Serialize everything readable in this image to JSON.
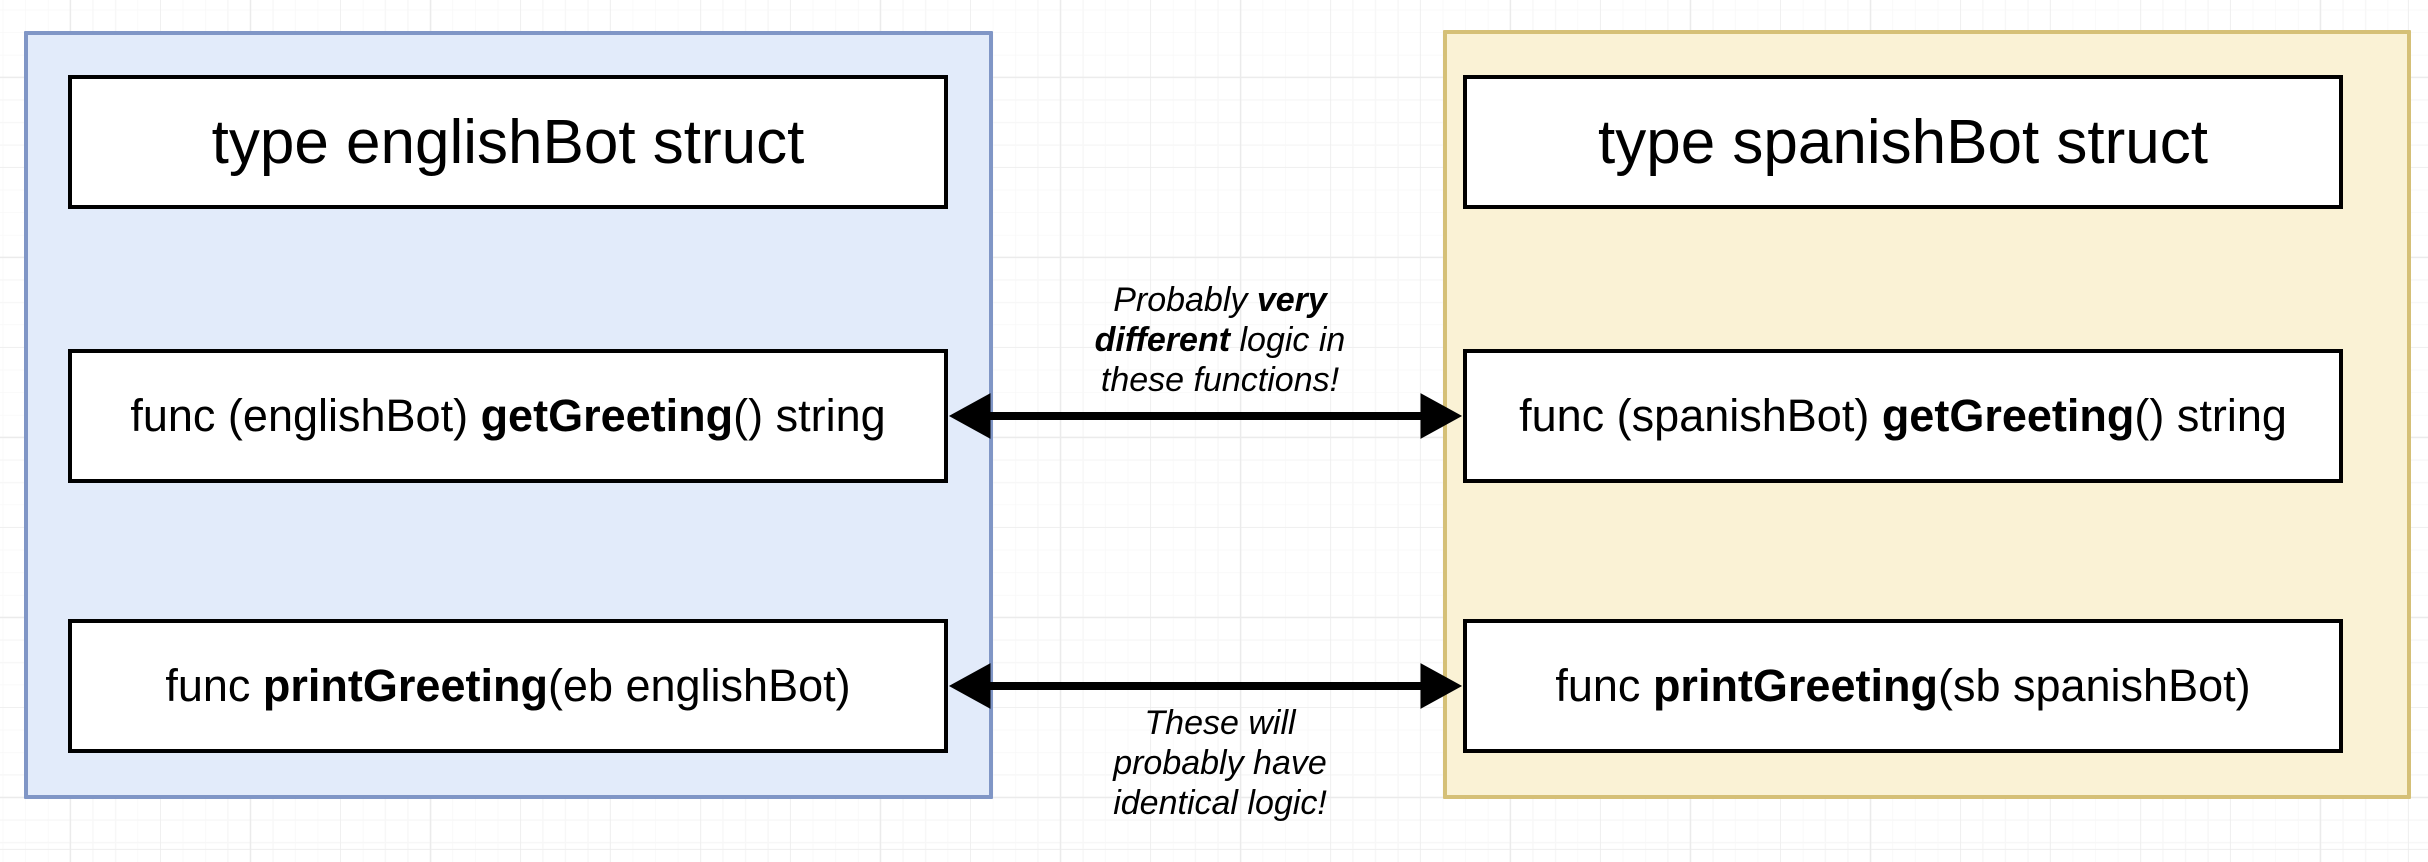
{
  "colors": {
    "english_fill": "#e2ebfa",
    "english_border": "#8096c6",
    "spanish_fill": "#faf2d5",
    "spanish_border": "#d5c077",
    "box_border": "#000000",
    "arrow": "#000000"
  },
  "english_panel": {
    "title": "type englishBot struct",
    "get_greeting": {
      "pre": "func (englishBot) ",
      "bold": "getGreeting",
      "post": "() string"
    },
    "print_greeting": {
      "pre": "func ",
      "bold": "printGreeting",
      "post": "(eb englishBot)"
    }
  },
  "spanish_panel": {
    "title": "type spanishBot struct",
    "get_greeting": {
      "pre": "func (spanishBot) ",
      "bold": "getGreeting",
      "post": "() string"
    },
    "print_greeting": {
      "pre": "func ",
      "bold": "printGreeting",
      "post": "(sb spanishBot)"
    }
  },
  "annotations": {
    "get_greeting": {
      "pre": "Probably ",
      "bold1": "very",
      "bold2": "different",
      "mid": " logic in",
      "last": "these functions!"
    },
    "print_greeting": {
      "line1": "These will",
      "line2": "probably have",
      "line3": "identical logic!"
    }
  }
}
